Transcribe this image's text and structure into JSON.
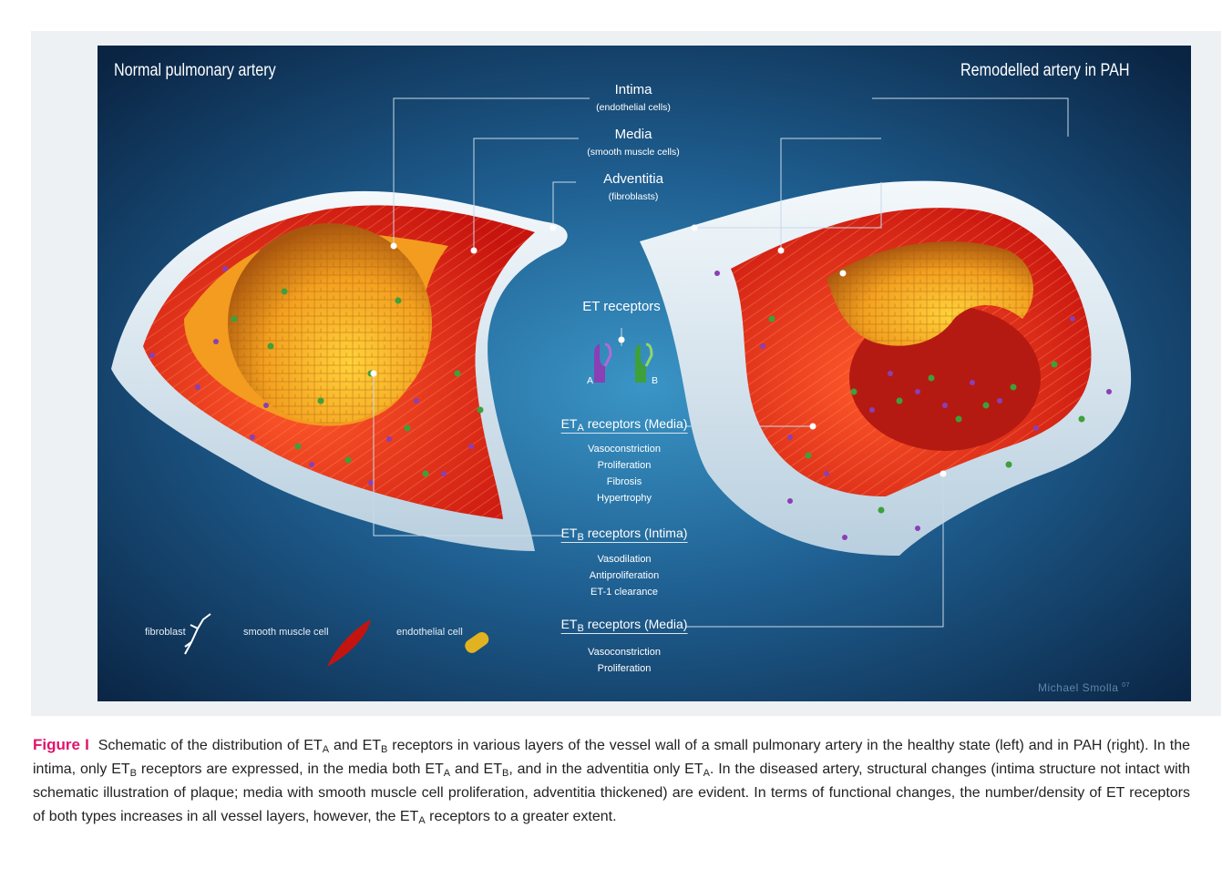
{
  "figure": {
    "left_title": "Normal pulmonary artery",
    "right_title": "Remodelled artery in PAH",
    "layers": {
      "intima": {
        "name": "Intima",
        "sub": "(endothelial cells)"
      },
      "media": {
        "name": "Media",
        "sub": "(smooth muscle cells)"
      },
      "adventitia": {
        "name": "Adventitia",
        "sub": "(fibroblasts)"
      }
    },
    "et_receptors": {
      "label": "ET receptors",
      "a": "A",
      "b": "B"
    },
    "eta_media": {
      "et": "ET",
      "sub": "A",
      "rest": " receptors (Media)",
      "effects": [
        "Vasoconstriction",
        "Proliferation",
        "Fibrosis",
        "Hypertrophy"
      ]
    },
    "etb_intima": {
      "et": "ET",
      "sub": "B",
      "rest": " receptors (Intima)",
      "effects": [
        "Vasodilation",
        "Antiproliferation",
        "ET-1 clearance"
      ]
    },
    "etb_media": {
      "et": "ET",
      "sub": "B",
      "rest": " receptors (Media)",
      "effects": [
        "Vasoconstriction",
        "Proliferation"
      ]
    },
    "legend": {
      "fibroblast": "fibroblast",
      "smooth_muscle": "smooth muscle cell",
      "endothelial": "endothelial cell"
    },
    "signature": "Michael Smolla",
    "signature_mark": "07"
  },
  "caption": {
    "label": "Figure I",
    "s1": "Schematic of the distribution of ",
    "et": "ET",
    "a": "A",
    "b": "B",
    "and": " and ",
    "s2": " receptors in various layers of the vessel wall of a small pulmonary artery in the healthy state (left) and in PAH (right). In the intima, only ",
    "s3": " receptors are expressed, in the media both ",
    "s4": ", and in the adventitia only ",
    "s5": ". In the diseased artery, structural changes (intima structure not intact with schematic illustration of plaque; media with smooth muscle cell proliferation, adventitia thickened) are evident. In terms of functional changes, the number/density of ET receptors of both types increases in all vessel layers, however, the ",
    "s6": " receptors to a greater extent.",
    "comma": ","
  },
  "colors": {
    "background_dark": "#0c2a4a",
    "background_mid": "#2f7fb0",
    "adventitia": "#dbe7f0",
    "media": "#e8221b",
    "intima": "#f5a623",
    "receptor_a": "#8a3fb5",
    "receptor_b": "#3ea03a",
    "caption_label": "#e0146b"
  }
}
